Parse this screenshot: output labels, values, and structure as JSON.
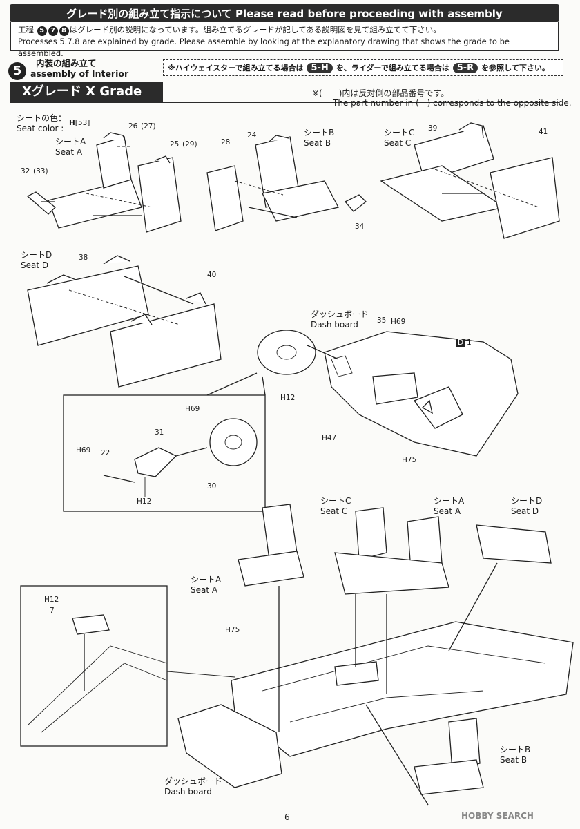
{
  "header": {
    "title": "グレード別の組み立て指示について Please read before proceeding with assembly",
    "notice_jp_pre": "工程",
    "notice_jp_steps": [
      "5",
      "7",
      "8"
    ],
    "notice_jp_post": "はグレード別の説明になっています。組み立てるグレードが記してある説明図を見て組み立てて下さい。",
    "notice_en": "Processes 5.7.8 are explained by grade. Please assemble by looking at the explanatory drawing that shows the grade to be assembled."
  },
  "step": {
    "number": "5",
    "title_jp": "内装の組み立て",
    "title_en": "assembly of Interior",
    "note_pre": "※ハイウェイスターで組み立てる場合は",
    "note_tag1": "5-H",
    "note_mid": "を、ライダーで組み立てる場合は",
    "note_tag2": "5-R",
    "note_post": "を参照して下さい。"
  },
  "grade": {
    "label": "Xグレード X Grade",
    "note_jp": "※(　　)内は反対側の部品番号です。",
    "note_en": "The part number in (　) corresponds to the opposite side."
  },
  "seat_color": {
    "jp": "シートの色：",
    "en": "Seat color :",
    "paint": "H",
    "code": "53"
  },
  "seats": {
    "a": {
      "jp": "シートA",
      "en": "Seat A"
    },
    "b": {
      "jp": "シートB",
      "en": "Seat B"
    },
    "c": {
      "jp": "シートC",
      "en": "Seat C"
    },
    "d": {
      "jp": "シートD",
      "en": "Seat D"
    }
  },
  "dash": {
    "jp": "ダッシュボード",
    "en": "Dash board"
  },
  "parts": [
    "26",
    "(27)",
    "25",
    "(29)",
    "32",
    "(33)",
    "28",
    "24",
    "34",
    "39",
    "41",
    "38",
    "40",
    "35",
    "1",
    "22",
    "31",
    "30",
    "7"
  ],
  "paints": [
    "H69",
    "H12",
    "H47",
    "H75"
  ],
  "inset_letter": "D",
  "page": "6",
  "watermark": "HOBBY SEARCH"
}
